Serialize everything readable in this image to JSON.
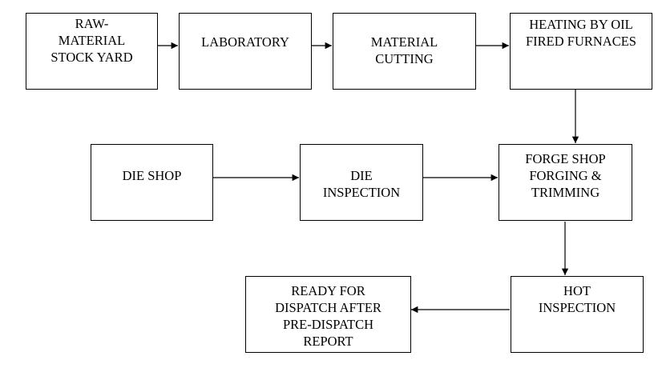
{
  "flowchart": {
    "nodes": {
      "raw_material": "RAW-\nMATERIAL\nSTOCK YARD",
      "laboratory": "LABORATORY",
      "material_cutting": "MATERIAL\nCUTTING",
      "heating": "HEATING BY OIL\nFIRED FURNACES",
      "die_shop": "DIE SHOP",
      "die_inspection": "DIE\nINSPECTION",
      "forge_shop": "FORGE SHOP\nFORGING &\nTRIMMING",
      "hot_inspection": "HOT\nINSPECTION",
      "ready_dispatch": "READY FOR\nDISPATCH AFTER\nPRE-DISPATCH\nREPORT"
    },
    "edges": [
      {
        "from": "raw_material",
        "to": "laboratory"
      },
      {
        "from": "laboratory",
        "to": "material_cutting"
      },
      {
        "from": "material_cutting",
        "to": "heating"
      },
      {
        "from": "heating",
        "to": "forge_shop"
      },
      {
        "from": "die_shop",
        "to": "die_inspection"
      },
      {
        "from": "die_inspection",
        "to": "forge_shop"
      },
      {
        "from": "forge_shop",
        "to": "hot_inspection"
      },
      {
        "from": "hot_inspection",
        "to": "ready_dispatch"
      }
    ]
  }
}
